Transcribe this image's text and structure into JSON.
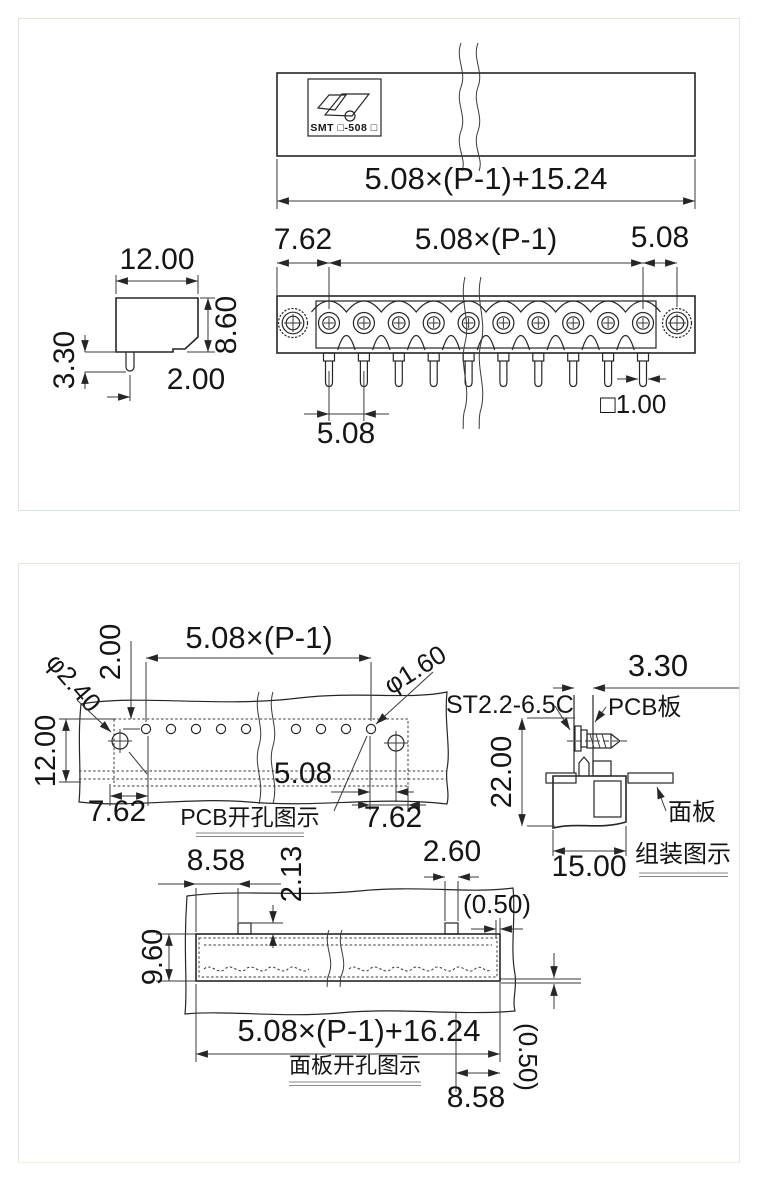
{
  "page": {
    "background": "#ffffff",
    "card_border": "#e8e4d6"
  },
  "top_panel": {
    "logo": {
      "brand_text": "SMT □-508 □"
    },
    "top_view": {
      "total_length": "5.08×(P-1)+15.24"
    },
    "pin_row": {
      "left_offset": "7.62",
      "pitch_span": "5.08×(P-1)",
      "end_offset": "5.08",
      "pin_pitch": "5.08",
      "pin_square": "□1.00"
    },
    "side_view": {
      "width": "12.00",
      "height": "8.60",
      "pin_length": "3.30",
      "pin_offset": "2.00"
    }
  },
  "bottom_panel": {
    "pcb_diagram": {
      "title": "PCB开孔图示",
      "pitch_span": "5.08×(P-1)",
      "edge_to_hole": "2.00",
      "mount_hole_dia": "φ2.40",
      "pin_hole_dia": "φ1.60",
      "board_height": "12.00",
      "left_margin": "7.62",
      "hole_pitch": "5.08",
      "right_margin": "7.62"
    },
    "assembly": {
      "title": "组装图示",
      "screw_spec": "ST2.2-6.5C",
      "pcb_label": "PCB板",
      "panel_label": "面板",
      "pcb_offset": "3.30",
      "total_height": "22.00",
      "body_depth": "15.00"
    },
    "cutout": {
      "title": "面板开孔图示",
      "notch_offset_left": "8.58",
      "notch_height": "2.13",
      "notch_width": "2.60",
      "clearance_top": "(0.50)",
      "opening_height": "9.60",
      "opening_width": "5.08×(P-1)+16.24",
      "notch_offset_right": "8.58",
      "clearance_bottom": "(0.50)"
    }
  }
}
